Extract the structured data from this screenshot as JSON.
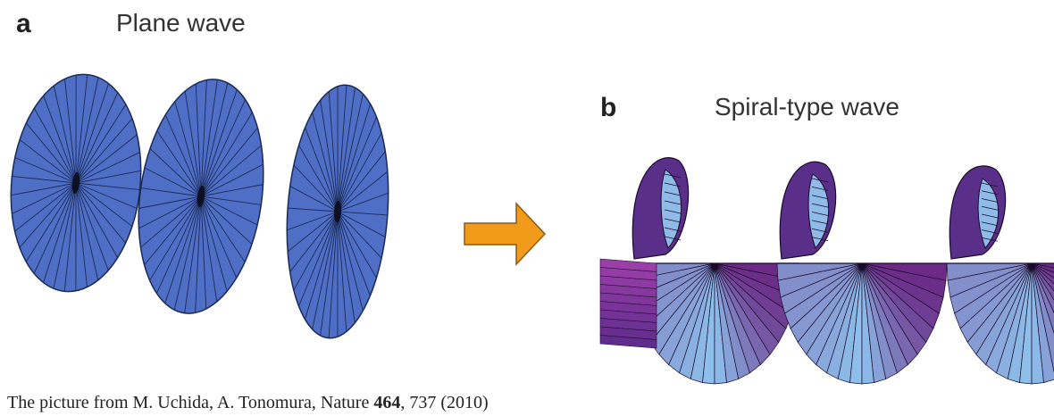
{
  "panel_a": {
    "letter": "a",
    "title": "Plane wave"
  },
  "panel_b": {
    "letter": "b",
    "title": "Spiral-type wave"
  },
  "caption": {
    "prefix": "The picture from M. Uchida, A. Tonomura, Nature ",
    "volume": "464",
    "suffix": ", 737 (2010)"
  },
  "colors": {
    "plane_disc": "#4f6fc6",
    "arrow": "#f29a1a",
    "spiral_light": "#7fb3e8",
    "spiral_dark": "#6a2a86"
  }
}
